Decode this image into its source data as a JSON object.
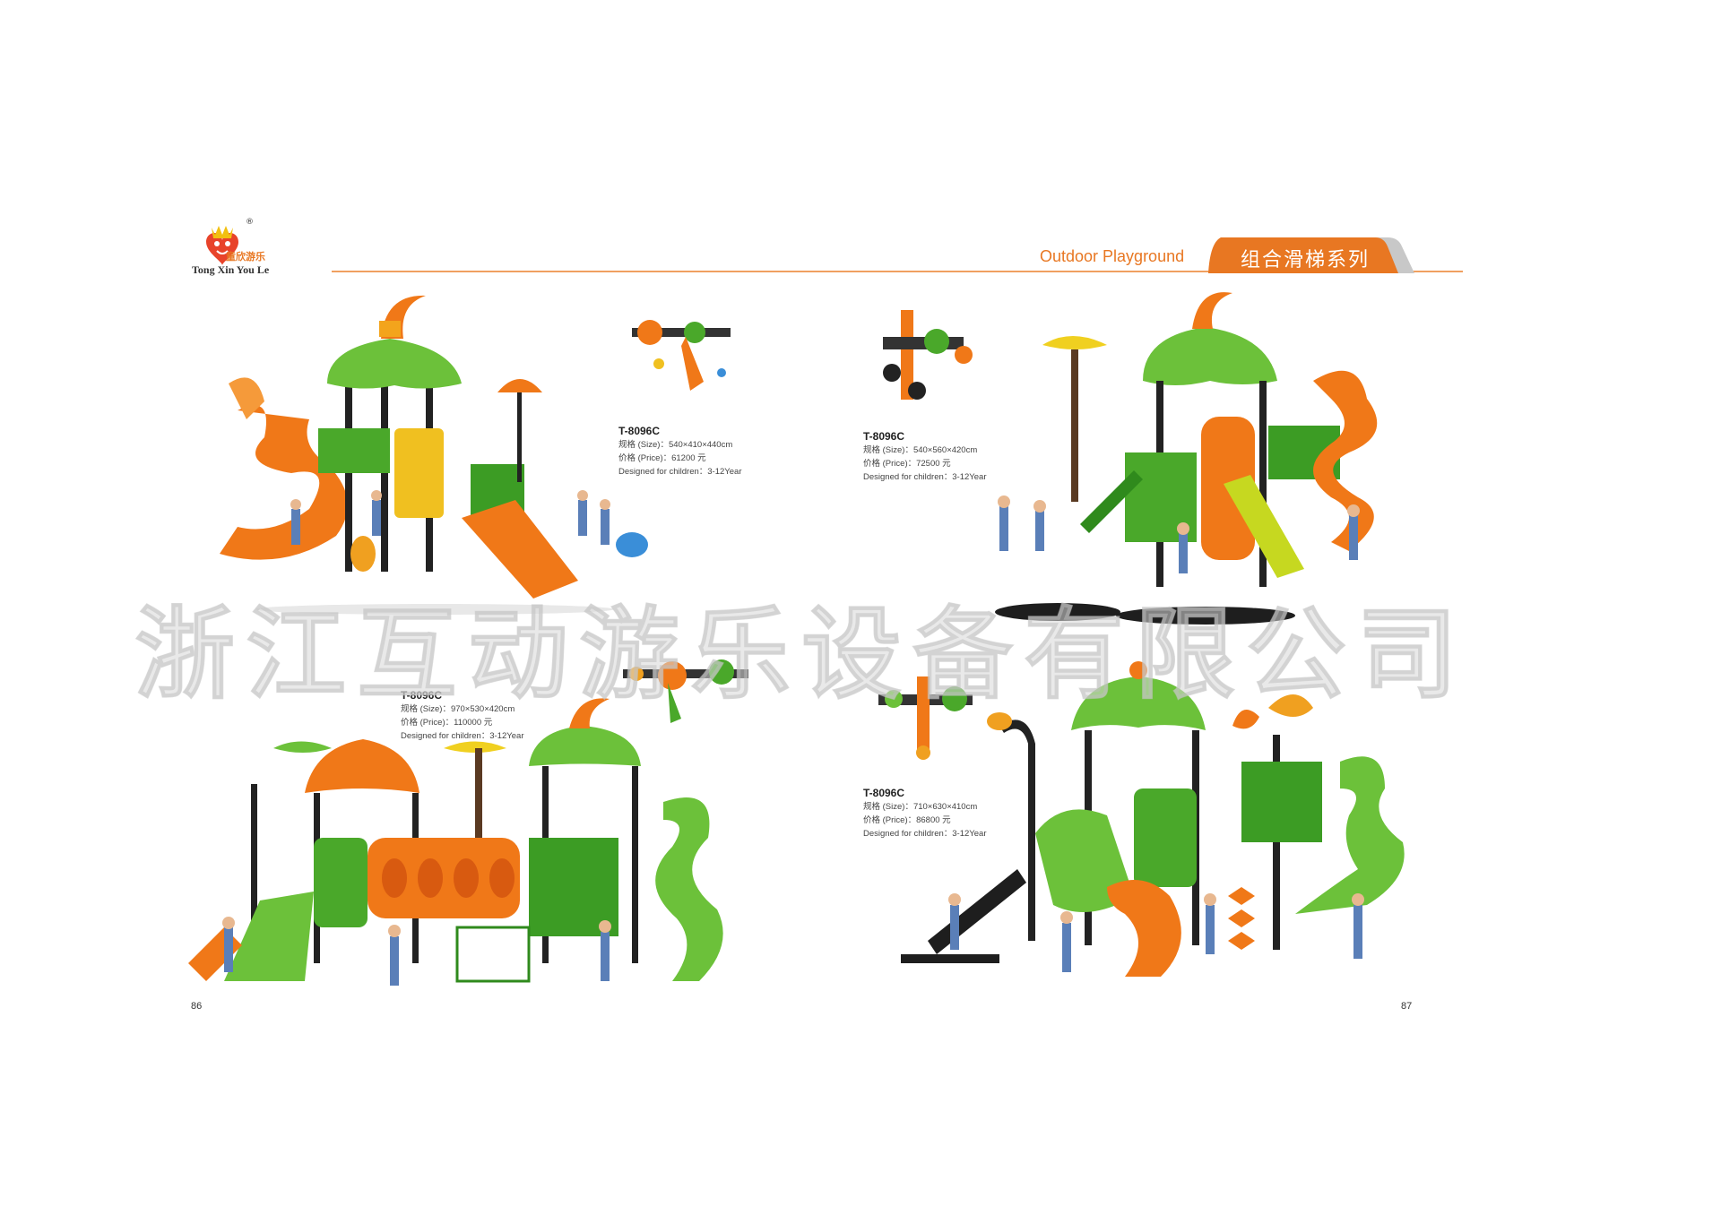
{
  "brand": {
    "name_en": "Tong Xin You Le",
    "logo_text": "童欣游乐",
    "registered": "®"
  },
  "header": {
    "title_en": "Outdoor Playground",
    "title_cn": "组合滑梯系列"
  },
  "watermark": "浙江互动游乐设备有限公司",
  "products": [
    {
      "model": "T-8096C",
      "size": "规格 (Size)：540×410×440cm",
      "price": "价格 (Price)：61200 元",
      "age": "Designed for children：3-12Year"
    },
    {
      "model": "T-8096C",
      "size": "规格 (Size)：540×560×420cm",
      "price": "价格 (Price)：72500 元",
      "age": "Designed for children：3-12Year"
    },
    {
      "model": "T-8096C",
      "size": "规格 (Size)：970×530×420cm",
      "price": "价格 (Price)：110000 元",
      "age": "Designed for children：3-12Year"
    },
    {
      "model": "T-8096C",
      "size": "规格 (Size)：710×630×410cm",
      "price": "价格 (Price)：86800 元",
      "age": "Designed for children：3-12Year"
    }
  ],
  "pages": {
    "left": "86",
    "right": "87"
  },
  "colors": {
    "accent_orange": "#e87722",
    "green": "#4caf2a",
    "tab_grey": "#c8c8c8"
  }
}
